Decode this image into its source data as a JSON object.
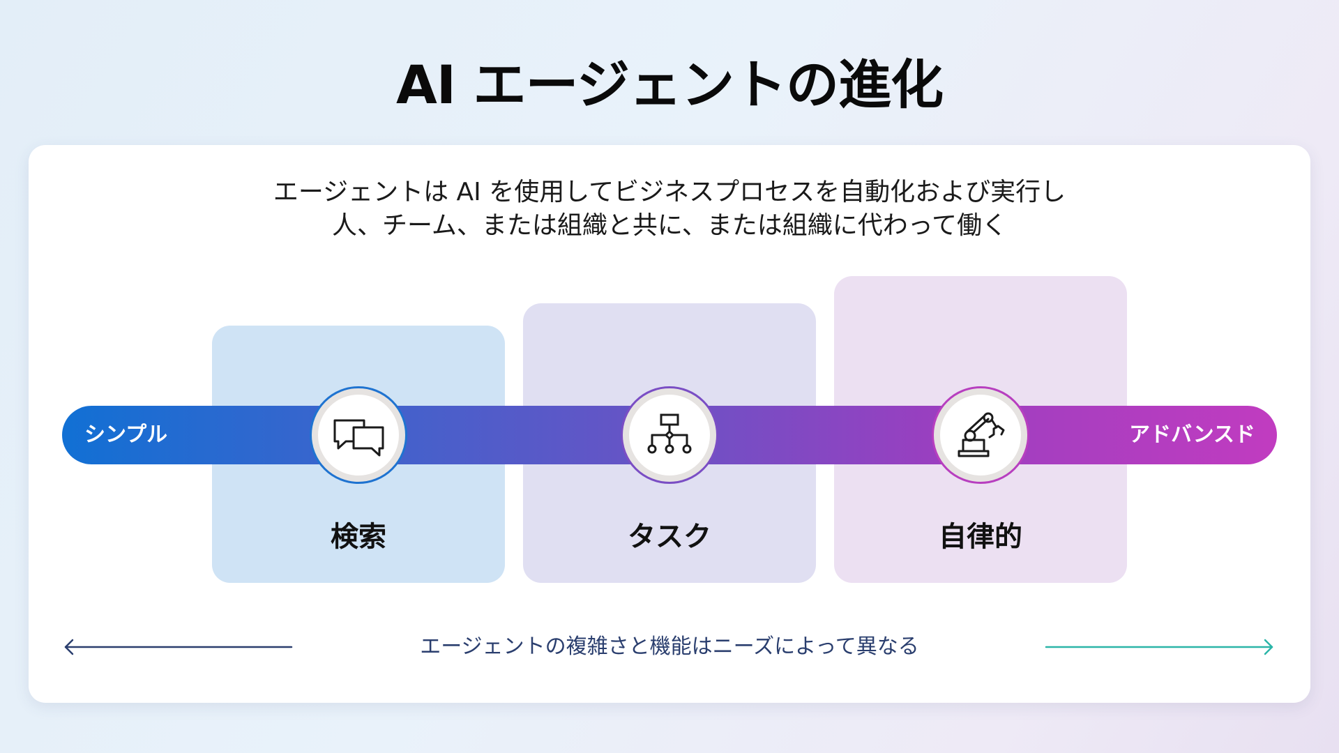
{
  "title": "AI エージェントの進化",
  "description": {
    "line1": "エージェントは AI を使用してビジネスプロセスを自動化および実行し",
    "line2": "人、チーム、または組織と共に、または組織に代わって働く"
  },
  "spectrum": {
    "left_label": "シンプル",
    "right_label": "アドバンスド",
    "gradient_colors": [
      "#1170d4",
      "#6b52c5",
      "#c13cc0"
    ]
  },
  "stages": [
    {
      "label": "検索",
      "icon": "chat-bubbles-icon",
      "accent": "#1f73d0",
      "background": "#cfe3f5"
    },
    {
      "label": "タスク",
      "icon": "hierarchy-flow-icon",
      "accent": "#7a4ec4",
      "background": "#e0dff2"
    },
    {
      "label": "自律的",
      "icon": "robotic-arm-icon",
      "accent": "#b73fbf",
      "background": "#ece0f2"
    }
  ],
  "footer": {
    "text": "エージェントの複雑さと機能はニーズによって異なる",
    "left_arrow_color": "#2a3e6e",
    "right_arrow_color": "#2bb5a8"
  }
}
